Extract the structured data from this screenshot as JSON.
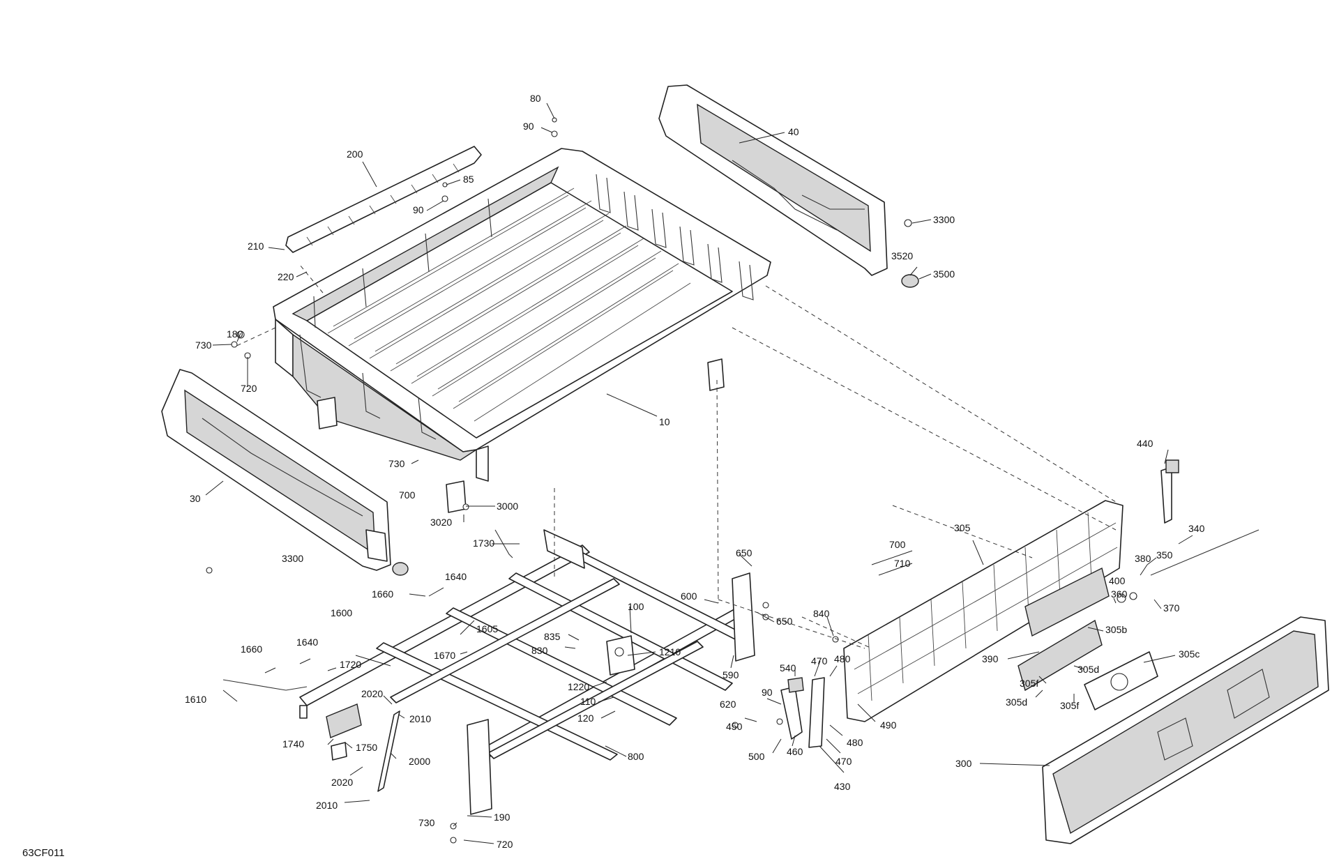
{
  "diagram": {
    "figure_code": "63CF011",
    "labels": [
      {
        "id": "l1",
        "text": "80"
      },
      {
        "id": "l2",
        "text": "90"
      },
      {
        "id": "l3",
        "text": "200"
      },
      {
        "id": "l4",
        "text": "85"
      },
      {
        "id": "l5",
        "text": "90"
      },
      {
        "id": "l6",
        "text": "210"
      },
      {
        "id": "l7",
        "text": "220"
      },
      {
        "id": "l8",
        "text": "180"
      },
      {
        "id": "l9",
        "text": "730"
      },
      {
        "id": "l10",
        "text": "720"
      },
      {
        "id": "l11",
        "text": "40"
      },
      {
        "id": "l12",
        "text": "3300"
      },
      {
        "id": "l13",
        "text": "3520"
      },
      {
        "id": "l14",
        "text": "3500"
      },
      {
        "id": "l15",
        "text": "10"
      },
      {
        "id": "l16",
        "text": "730"
      },
      {
        "id": "l17",
        "text": "700"
      },
      {
        "id": "l18",
        "text": "30"
      },
      {
        "id": "l19",
        "text": "3000"
      },
      {
        "id": "l20",
        "text": "3020"
      },
      {
        "id": "l21",
        "text": "1730"
      },
      {
        "id": "l22",
        "text": "3300"
      },
      {
        "id": "l23",
        "text": "1640"
      },
      {
        "id": "l24",
        "text": "1660"
      },
      {
        "id": "l25",
        "text": "1600"
      },
      {
        "id": "l26",
        "text": "1605"
      },
      {
        "id": "l27",
        "text": "1670"
      },
      {
        "id": "l28",
        "text": "1660"
      },
      {
        "id": "l29",
        "text": "1640"
      },
      {
        "id": "l30",
        "text": "1720"
      },
      {
        "id": "l31",
        "text": "1610"
      },
      {
        "id": "l32",
        "text": "2020"
      },
      {
        "id": "l33",
        "text": "2010"
      },
      {
        "id": "l34",
        "text": "1740"
      },
      {
        "id": "l35",
        "text": "1750"
      },
      {
        "id": "l36",
        "text": "2000"
      },
      {
        "id": "l37",
        "text": "2020"
      },
      {
        "id": "l38",
        "text": "2010"
      },
      {
        "id": "l39",
        "text": "100"
      },
      {
        "id": "l40",
        "text": "835"
      },
      {
        "id": "l41",
        "text": "830"
      },
      {
        "id": "l42",
        "text": "1210"
      },
      {
        "id": "l43",
        "text": "1220"
      },
      {
        "id": "l44",
        "text": "110"
      },
      {
        "id": "l45",
        "text": "120"
      },
      {
        "id": "l46",
        "text": "800"
      },
      {
        "id": "l47",
        "text": "730"
      },
      {
        "id": "l48",
        "text": "190"
      },
      {
        "id": "l49",
        "text": "720"
      },
      {
        "id": "l50",
        "text": "650"
      },
      {
        "id": "l51",
        "text": "600"
      },
      {
        "id": "l52",
        "text": "650"
      },
      {
        "id": "l53",
        "text": "590"
      },
      {
        "id": "l54",
        "text": "840"
      },
      {
        "id": "l55",
        "text": "540"
      },
      {
        "id": "l56",
        "text": "470"
      },
      {
        "id": "l57",
        "text": "480"
      },
      {
        "id": "l58",
        "text": "90"
      },
      {
        "id": "l59",
        "text": "620"
      },
      {
        "id": "l60",
        "text": "450"
      },
      {
        "id": "l61",
        "text": "500"
      },
      {
        "id": "l62",
        "text": "460"
      },
      {
        "id": "l63",
        "text": "470"
      },
      {
        "id": "l64",
        "text": "480"
      },
      {
        "id": "l65",
        "text": "430"
      },
      {
        "id": "l66",
        "text": "490"
      },
      {
        "id": "l67",
        "text": "700"
      },
      {
        "id": "l68",
        "text": "710"
      },
      {
        "id": "l69",
        "text": "305"
      },
      {
        "id": "l70",
        "text": "440"
      },
      {
        "id": "l71",
        "text": "340"
      },
      {
        "id": "l72",
        "text": "380"
      },
      {
        "id": "l73",
        "text": "350"
      },
      {
        "id": "l74",
        "text": "400"
      },
      {
        "id": "l75",
        "text": "360"
      },
      {
        "id": "l76",
        "text": "370"
      },
      {
        "id": "l77",
        "text": "305b"
      },
      {
        "id": "l78",
        "text": "390"
      },
      {
        "id": "l79",
        "text": "305d"
      },
      {
        "id": "l80",
        "text": "305c"
      },
      {
        "id": "l81",
        "text": "305f"
      },
      {
        "id": "l82",
        "text": "305d"
      },
      {
        "id": "l83",
        "text": "305f"
      },
      {
        "id": "l84",
        "text": "300"
      }
    ]
  }
}
